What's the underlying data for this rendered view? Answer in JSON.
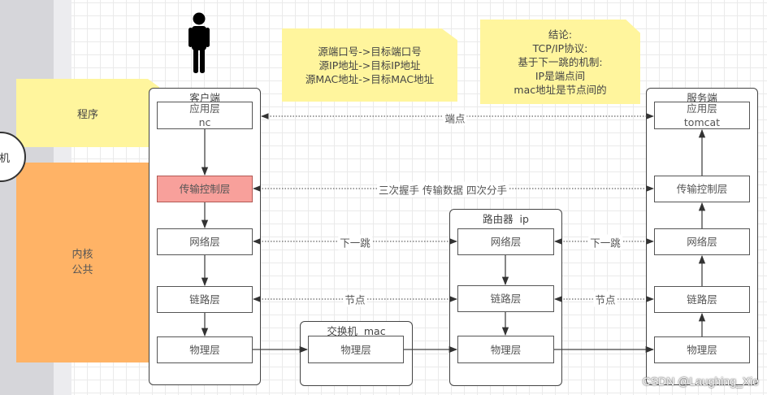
{
  "side": {
    "circle_label": "机",
    "program_label": "程序",
    "kernel_label_lines": [
      "内核",
      "公共"
    ]
  },
  "notes": {
    "addresses": [
      "源端口号->目标端口号",
      "源IP地址->目标IP地址",
      "源MAC地址->目标MAC地址"
    ],
    "conclusion": [
      "结论:",
      "TCP/IP协议:",
      "基于下一跳的机制:",
      "IP是端点间",
      "mac地址是节点间的"
    ]
  },
  "client": {
    "title": "客户端",
    "layers": [
      {
        "name": "应用层",
        "sub": "nc"
      },
      {
        "name": "传输控制层"
      },
      {
        "name": "网络层"
      },
      {
        "name": "链路层"
      },
      {
        "name": "物理层"
      }
    ]
  },
  "switch": {
    "title": "交换机  mac",
    "layers": [
      {
        "name": "物理层"
      }
    ]
  },
  "router": {
    "title": "路由器  ip",
    "layers": [
      {
        "name": "网络层"
      },
      {
        "name": "链路层"
      },
      {
        "name": "物理层"
      }
    ]
  },
  "server": {
    "title": "服务端",
    "layers": [
      {
        "name": "应用层",
        "sub": "tomcat"
      },
      {
        "name": "传输控制层"
      },
      {
        "name": "网络层"
      },
      {
        "name": "链路层"
      },
      {
        "name": "物理层"
      }
    ]
  },
  "links": {
    "endpoint": "端点",
    "transport": "三次握手 传输数据 四次分手",
    "next_hop_left": "下一跳",
    "next_hop_right": "下一跳",
    "node_left": "节点",
    "node_right": "节点"
  },
  "watermark": "CSDN @Laughing_Xie",
  "colors": {
    "note_yellow": "#fff59d",
    "kernel_orange": "#ffb366",
    "transport_highlight": "#f8a09b"
  }
}
